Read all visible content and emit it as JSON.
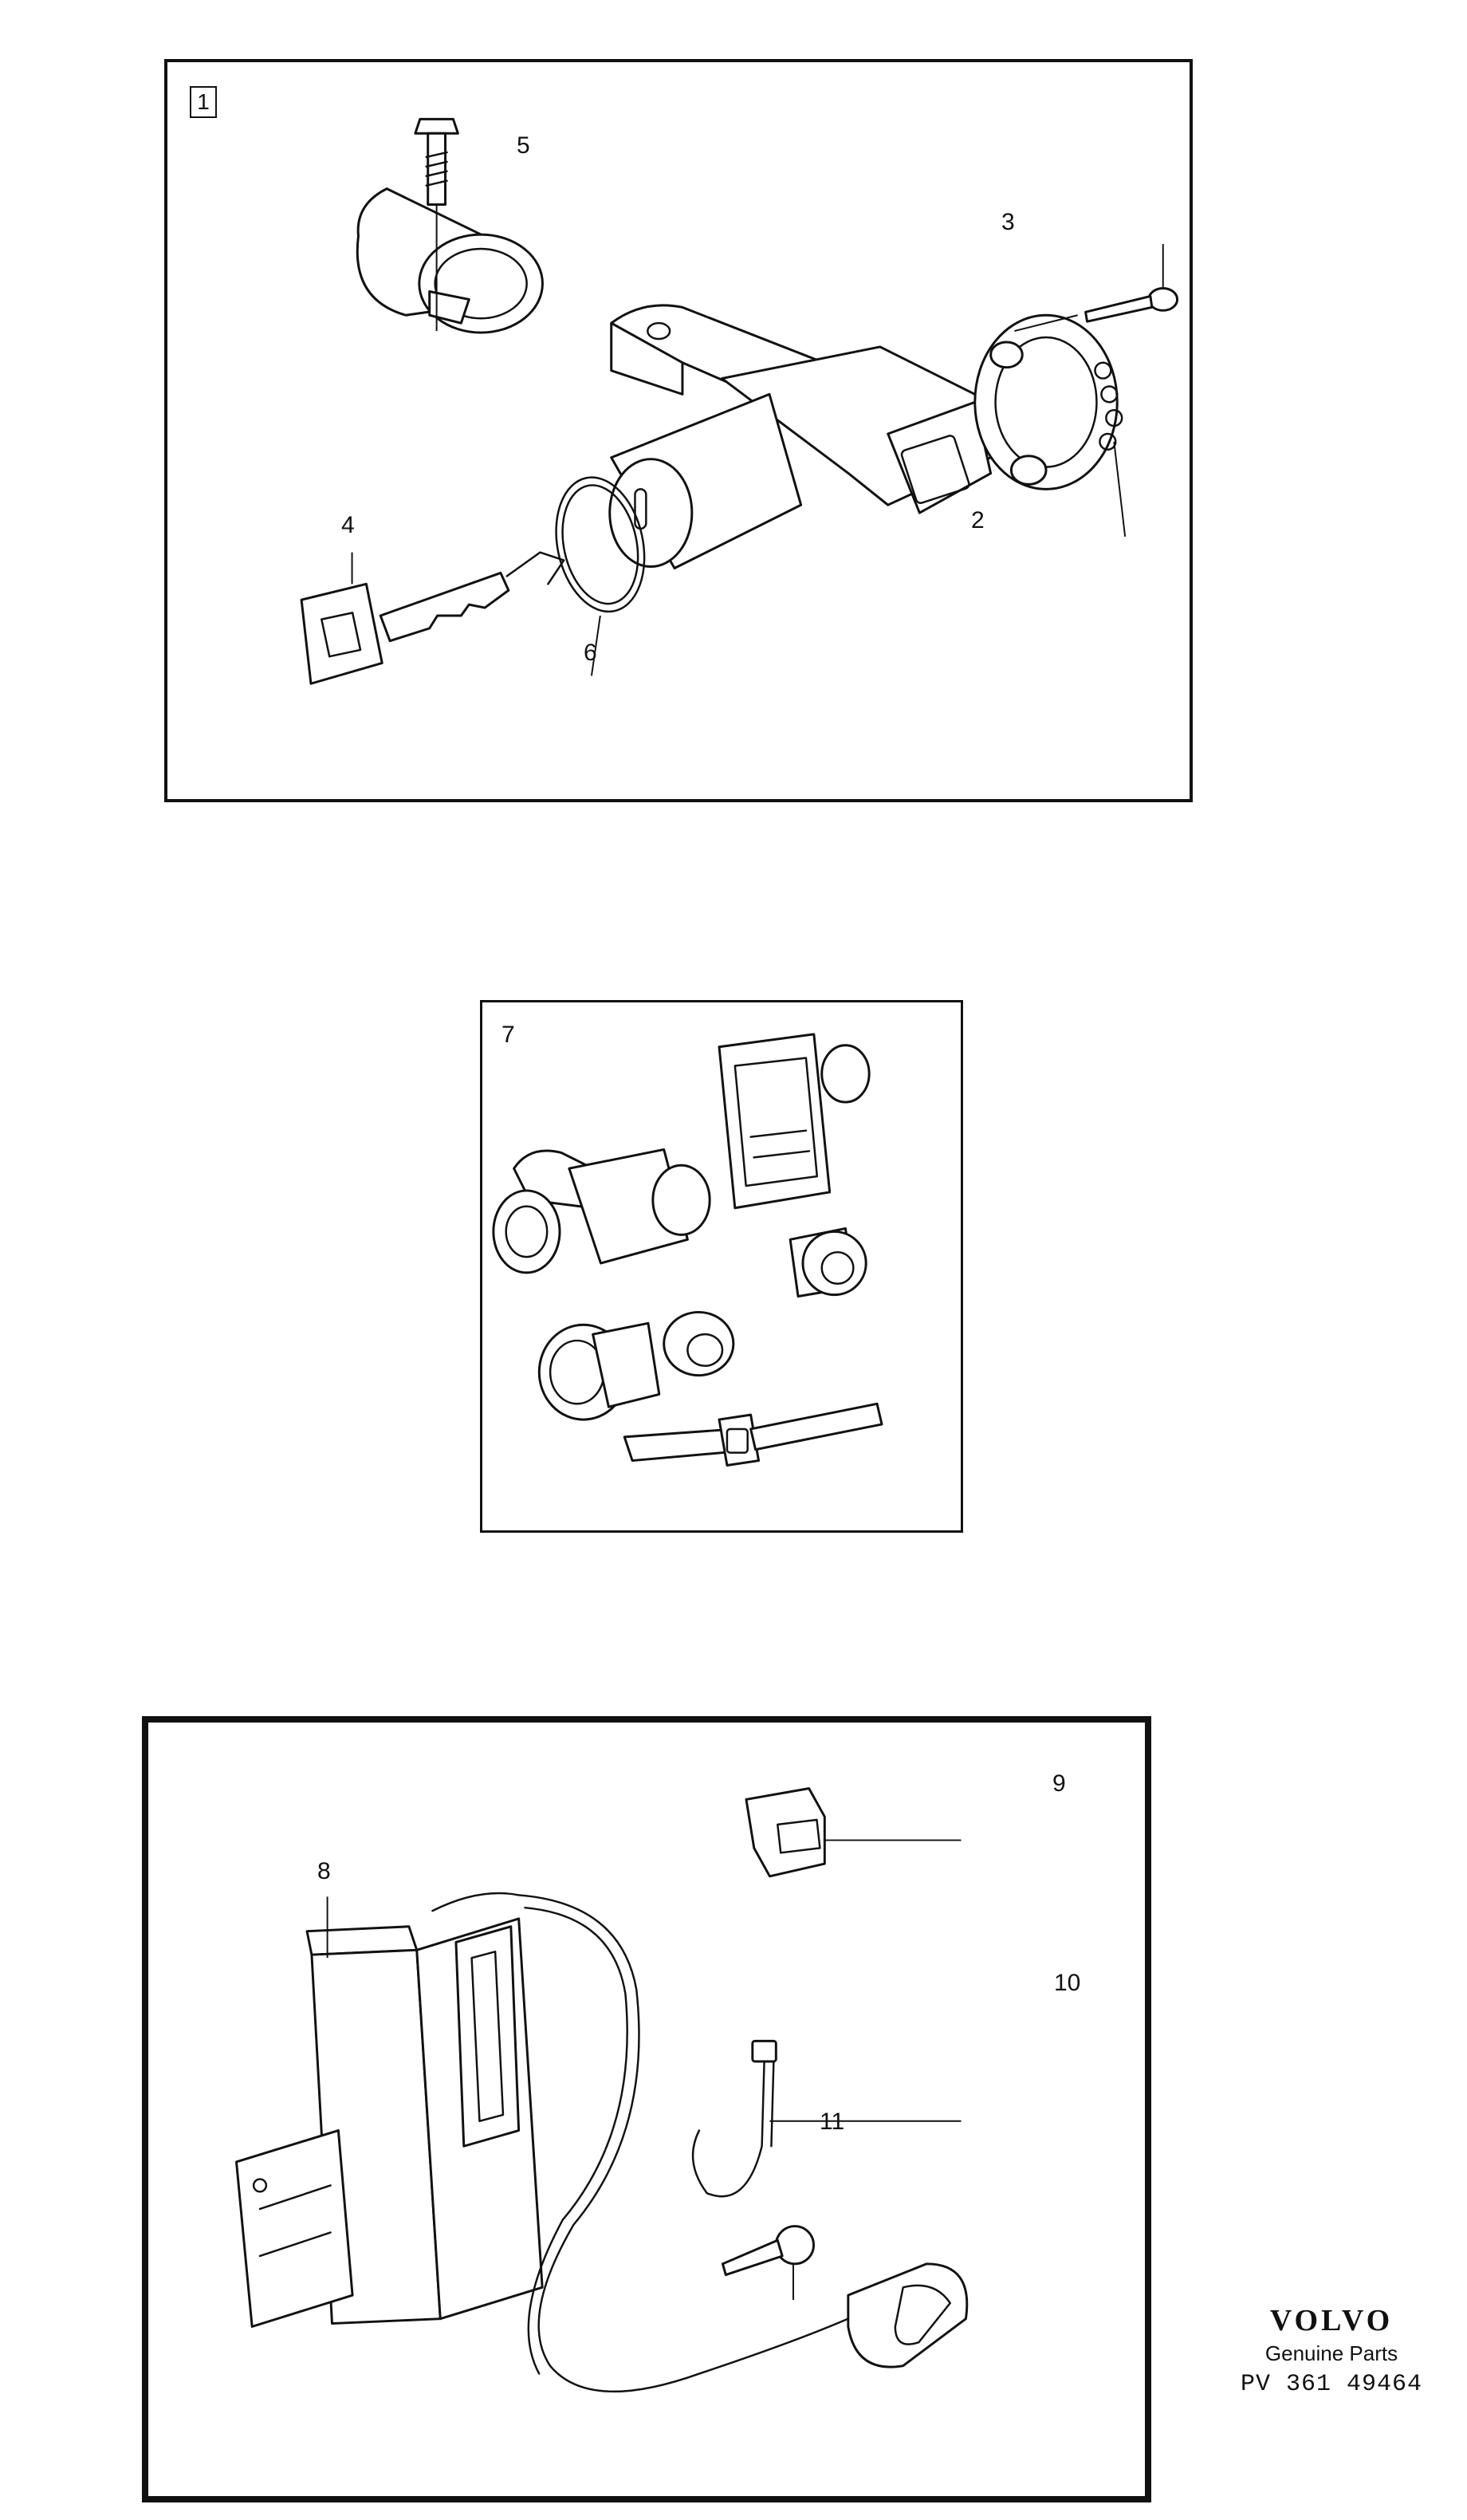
{
  "panel_top": {
    "number_box": "1",
    "callouts": {
      "c2": "2",
      "c3": "3",
      "c4": "4",
      "c5": "5",
      "c6": "6"
    }
  },
  "panel_middle": {
    "callouts": {
      "c7": "7"
    }
  },
  "panel_bottom": {
    "callouts": {
      "c8": "8",
      "c9": "9",
      "c10": "10",
      "c11": "11"
    }
  },
  "brand": {
    "logo": "VOLVO",
    "subtitle": "Genuine Parts",
    "reference": "PV 361 49464"
  }
}
